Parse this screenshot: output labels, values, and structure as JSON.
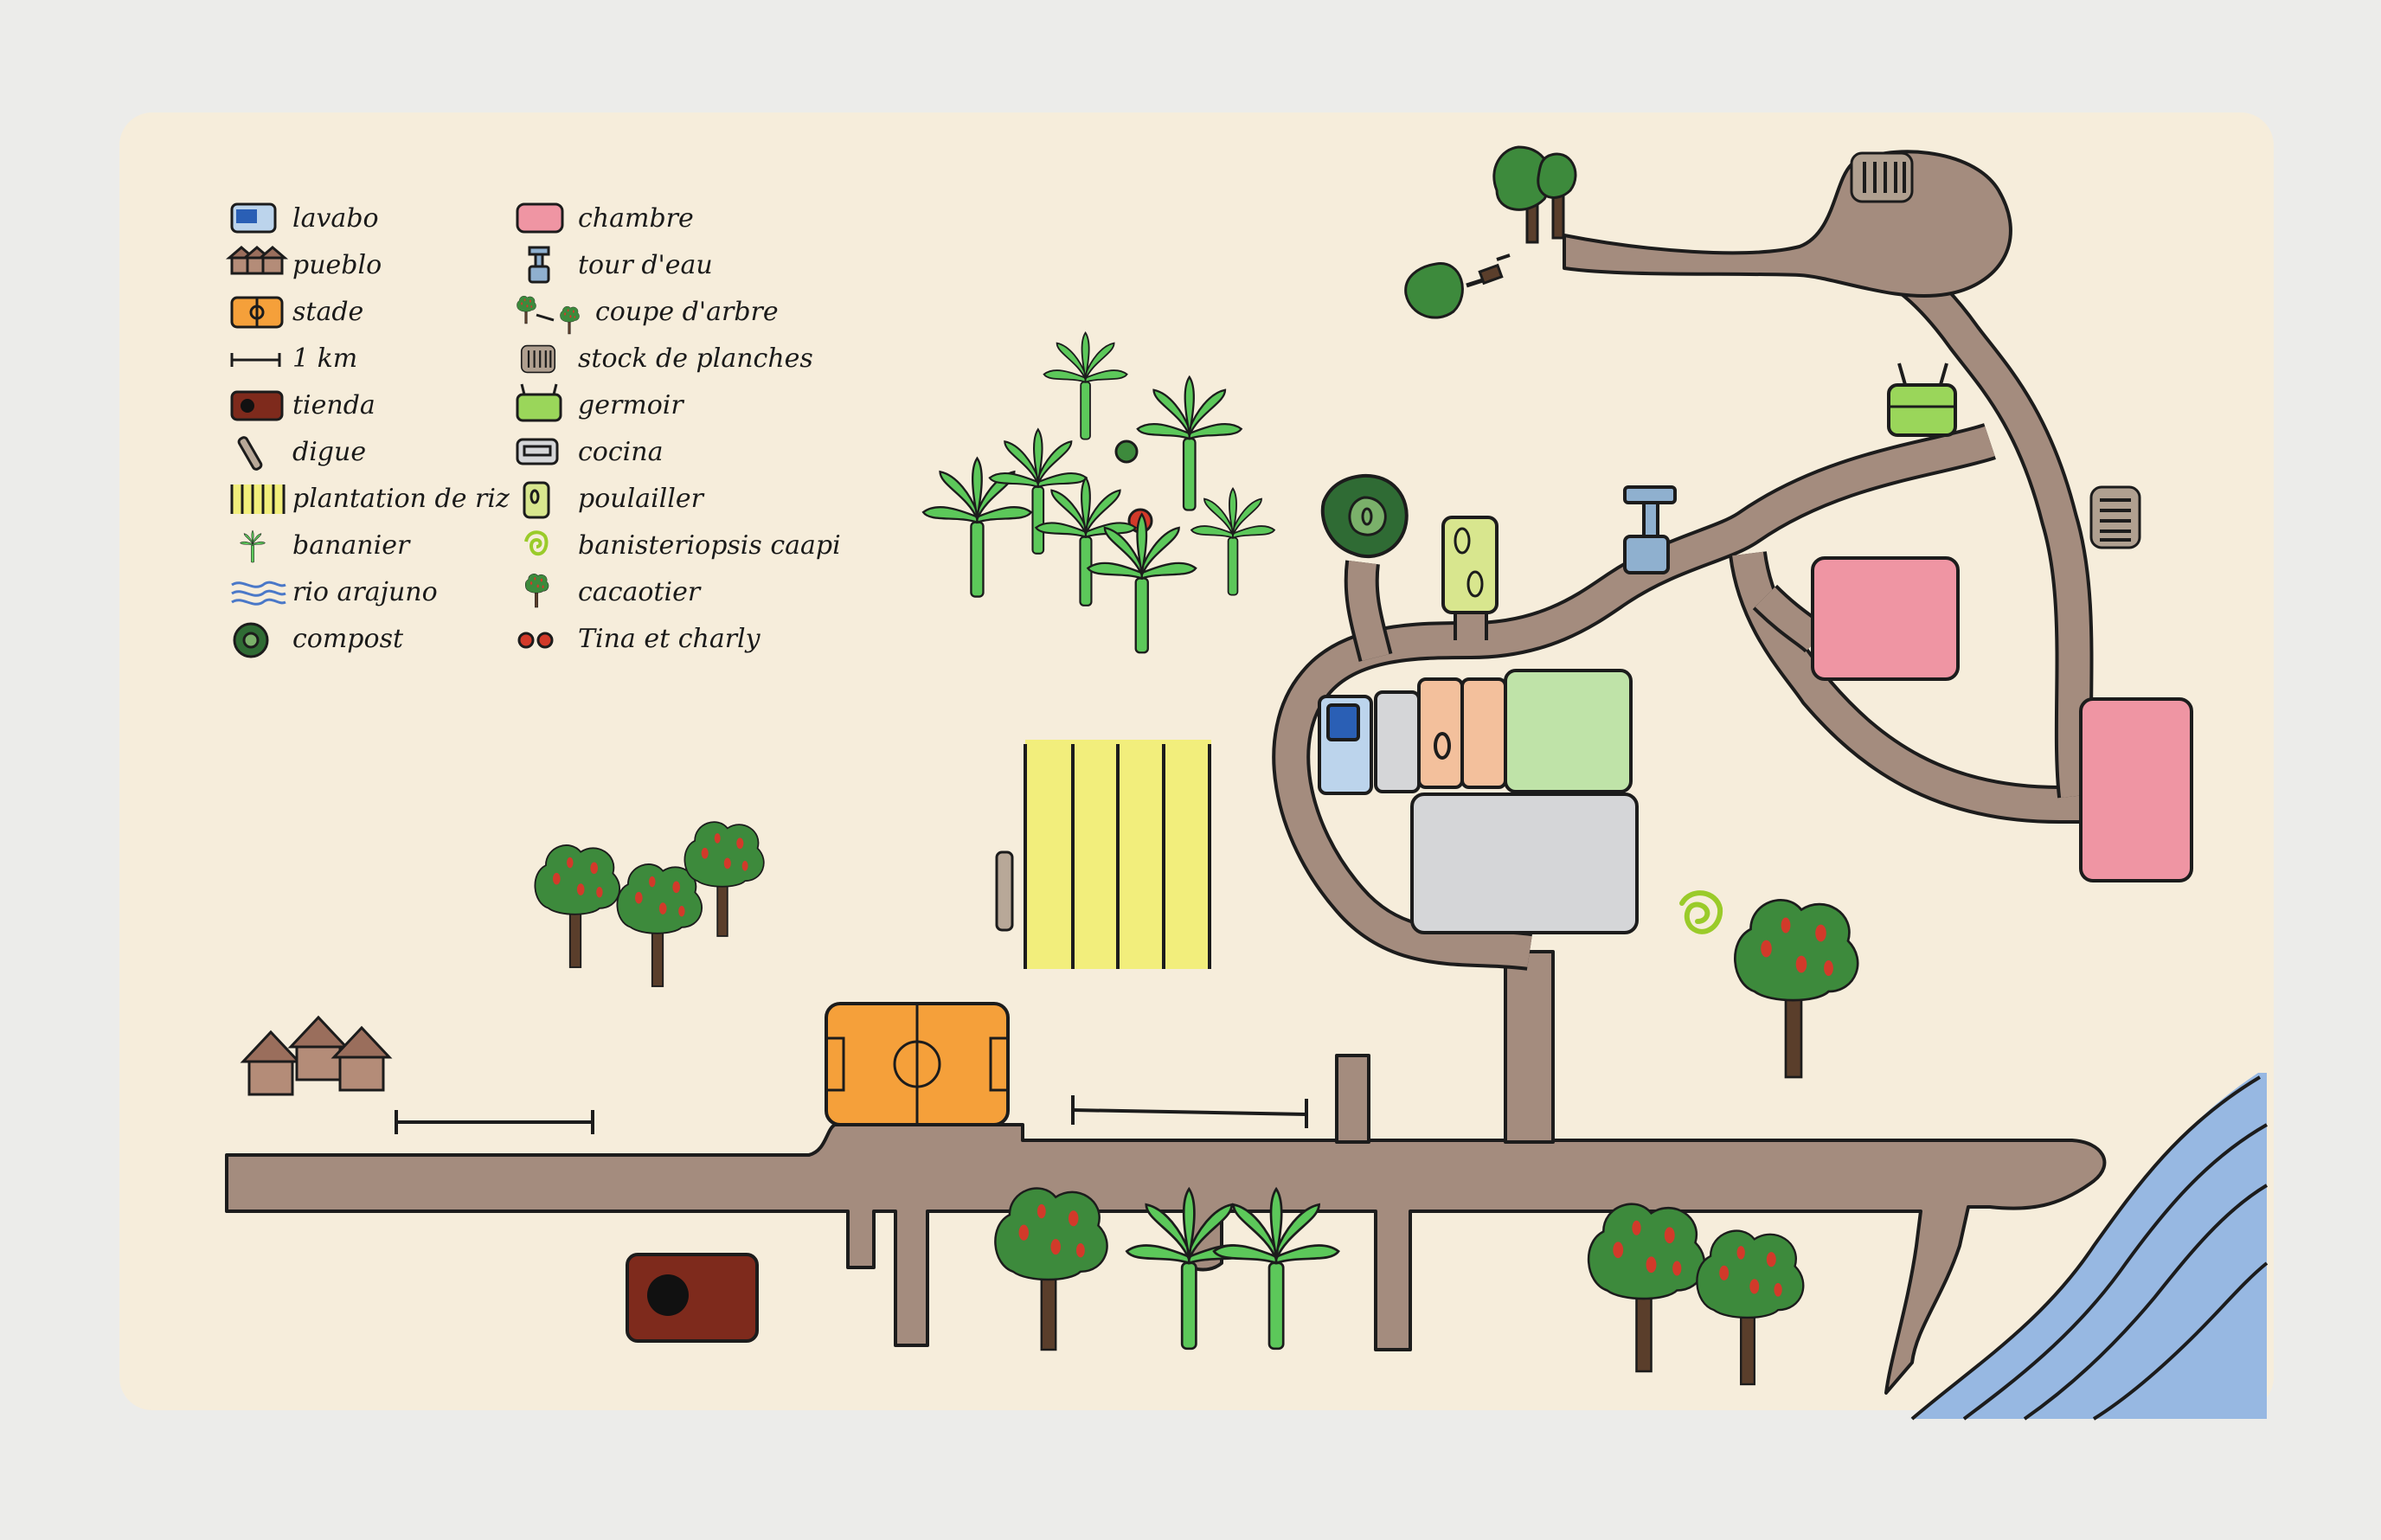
{
  "legend": [
    {
      "key": "lavabo",
      "label": "lavabo",
      "icon": "washbasin-icon"
    },
    {
      "key": "pueblo",
      "label": "pueblo",
      "icon": "village-icon"
    },
    {
      "key": "stade",
      "label": "stade",
      "icon": "stadium-icon"
    },
    {
      "key": "km",
      "label": "1 km",
      "icon": "scale-bar-icon"
    },
    {
      "key": "tienda",
      "label": "tienda",
      "icon": "shop-icon"
    },
    {
      "key": "digue",
      "label": "digue",
      "icon": "dike-icon"
    },
    {
      "key": "riz",
      "label": "plantation de riz",
      "icon": "rice-field-icon"
    },
    {
      "key": "bananier",
      "label": "bananier",
      "icon": "banana-tree-icon"
    },
    {
      "key": "rio",
      "label": "rio arajuno",
      "icon": "river-icon"
    },
    {
      "key": "compost",
      "label": "compost",
      "icon": "compost-icon"
    },
    {
      "key": "chambre",
      "label": "chambre",
      "icon": "bedroom-icon"
    },
    {
      "key": "tour",
      "label": "tour d'eau",
      "icon": "water-tower-icon"
    },
    {
      "key": "coupe",
      "label": "coupe d'arbre",
      "icon": "tree-cut-icon"
    },
    {
      "key": "stock",
      "label": "stock de planches",
      "icon": "plank-stock-icon"
    },
    {
      "key": "germoir",
      "label": "germoir",
      "icon": "seedbed-icon"
    },
    {
      "key": "cocina",
      "label": "cocina",
      "icon": "kitchen-icon"
    },
    {
      "key": "poulailler",
      "label": "poulailler",
      "icon": "henhouse-icon"
    },
    {
      "key": "banisteriopsis",
      "label": "banisteriopsis caapi",
      "icon": "vine-spiral-icon"
    },
    {
      "key": "cacaotier",
      "label": "cacaotier",
      "icon": "cacao-tree-icon"
    },
    {
      "key": "tina",
      "label": "Tina et charly",
      "icon": "people-dots-icon"
    }
  ],
  "colors": {
    "paper": "#f6eddb",
    "background": "#ececea",
    "road": "#a48c7e",
    "outline": "#1c1c1c",
    "tree_green": "#3d8a3c",
    "banana_green": "#5cc85a",
    "cacao_pod": "#d23a2a",
    "rice": "#f2ee7c",
    "stadium": "#f5a03a",
    "chambre": "#ef95a3",
    "shop": "#7e2a1c",
    "water": "#97b8e2",
    "water_tower": "#8fb0cf",
    "lavabo": "#2a5fb5",
    "germoir": "#9ad65a",
    "poulailler": "#d8e68e",
    "building_grey": "#d5d6d8",
    "building_green": "#bfe3a8",
    "building_peach": "#f3c09c",
    "compost": "#2f6b34"
  }
}
